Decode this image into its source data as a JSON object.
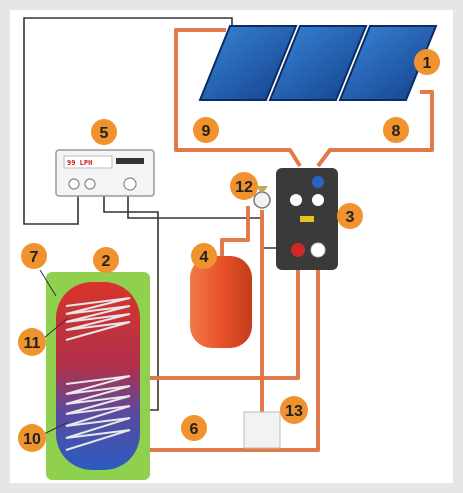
{
  "diagram": {
    "colors": {
      "background_outer": "#e6e6e6",
      "panel_background": "#ffffff",
      "pipe_hot": "#e07a4a",
      "wire": "#333333",
      "badge": "#f0922e",
      "tank_jacket": "#8fd14f",
      "pump_station": "#3a3a3a",
      "collector_blue": "#1f5fae",
      "expansion_vessel": "#e8522a"
    },
    "labels": {
      "collectors": "1",
      "storage_tank": "2",
      "pump_station": "3",
      "expansion_vessel": "4",
      "controller": "5",
      "tank_sensor_bottom": "6",
      "tank_sensor_top": "7",
      "pipe_return": "8",
      "pipe_flow": "9",
      "coil_lower": "10",
      "coil_upper": "11",
      "safety_valve": "12",
      "collecting_vessel": "13"
    },
    "controller_display": "99 LPH"
  }
}
